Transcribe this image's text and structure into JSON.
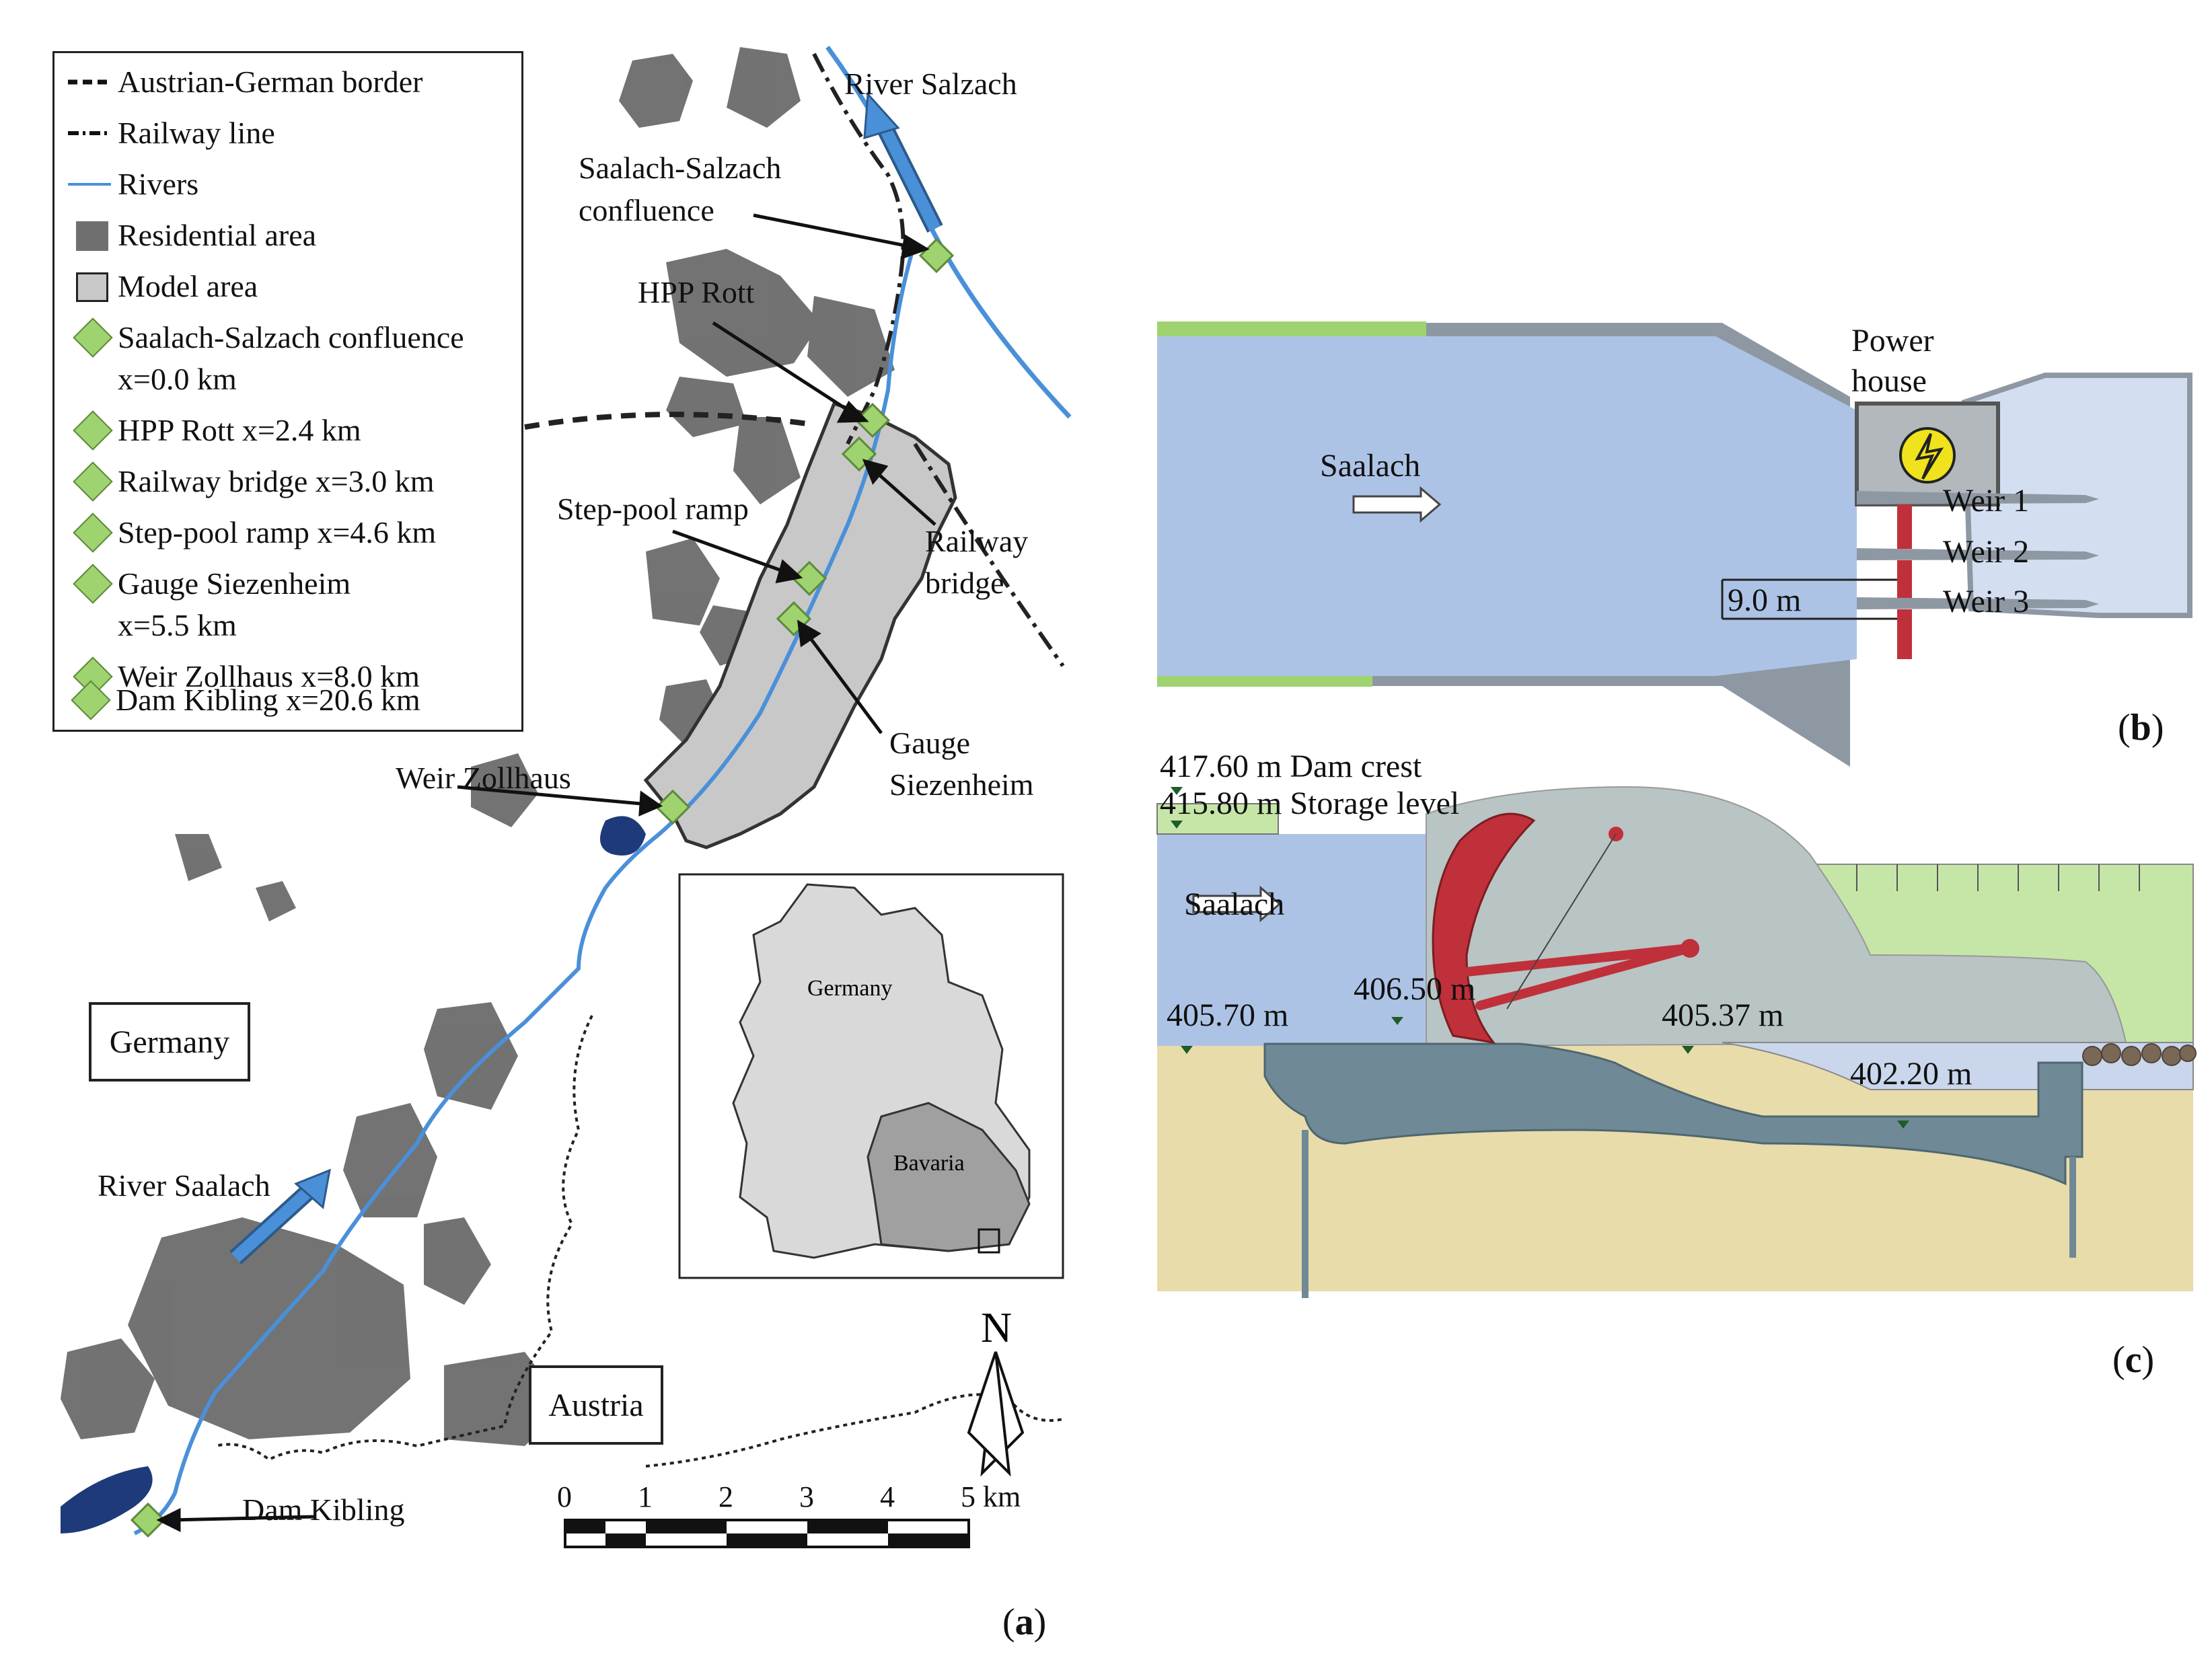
{
  "panel_a": {
    "tag_open": "(",
    "tag_letter": "a",
    "tag_close": ")",
    "legend": [
      {
        "symbol": "dashed-line-icon",
        "label": "Austrian-German border"
      },
      {
        "symbol": "railway-line-icon",
        "label": "Railway line"
      },
      {
        "symbol": "river-line-icon",
        "label": "Rivers"
      },
      {
        "symbol": "dark-gray-square-icon",
        "label": "Residential area"
      },
      {
        "symbol": "light-gray-square-icon",
        "label": "Model area"
      },
      {
        "symbol": "green-diamond-icon",
        "label": "Saalach-Salzach confluence",
        "label2": "x=0.0 km"
      },
      {
        "symbol": "green-diamond-icon",
        "label": "HPP Rott x=2.4 km"
      },
      {
        "symbol": "green-diamond-icon",
        "label": "Railway bridge x=3.0 km"
      },
      {
        "symbol": "green-diamond-icon",
        "label": "Step-pool ramp x=4.6 km"
      },
      {
        "symbol": "green-diamond-icon",
        "label": "Gauge Siezenheim",
        "label2": "x=5.5 km"
      },
      {
        "symbol": "green-diamond-icon",
        "label": "Weir Zollhaus x=8.0 km"
      },
      {
        "symbol": "green-diamond-icon",
        "label": "Dam Kibling x=20.6 km"
      }
    ],
    "labels": {
      "river_salzach": "River Salzach",
      "confluence_1": "Saalach-Salzach",
      "confluence_2": "confluence",
      "hpp_rott": "HPP Rott",
      "step_pool": "Step-pool ramp",
      "railway_1": "Railway",
      "railway_2": "bridge",
      "gauge_1": "Gauge",
      "gauge_2": "Siezenheim",
      "weir_zollhaus": "Weir Zollhaus",
      "germany": "Germany",
      "austria": "Austria",
      "river_saalach": "River Saalach",
      "dam_kibling": "Dam Kibling",
      "inset_germany": "Germany",
      "inset_bavaria": "Bavaria",
      "north": "N"
    },
    "scale": {
      "ticks": [
        "0",
        "1",
        "2",
        "3",
        "4",
        "5 km"
      ]
    },
    "colors": {
      "river": "#4a90d9",
      "marker": "#9ed36f",
      "model_area": "#c8c8c8",
      "residential": "#555555",
      "lake": "#1f3a7a"
    }
  },
  "panel_b": {
    "tag_open": "(",
    "tag_letter": "b",
    "tag_close": ")",
    "power_house_1": "Power",
    "power_house_2": "house",
    "saalach": "Saalach",
    "weir1": "Weir 1",
    "weir2": "Weir 2",
    "weir3": "Weir 3",
    "width": "9.0 m",
    "colors": {
      "water": "#adc3e6",
      "outflow": "#d3def1",
      "weir": "#c0303a",
      "bank": "#9ed36f"
    }
  },
  "panel_c": {
    "tag_open": "(",
    "tag_letter": "c",
    "tag_close": ")",
    "dam_crest": "417.60 m Dam crest",
    "storage_level": "415.80 m Storage level",
    "saalach": "Saalach",
    "level_upstream": "405.70 m",
    "level_sill": "406.50 m",
    "level_downstream": "405.37 m",
    "level_basin": "402.20 m",
    "colors": {
      "water": "#adc3e6",
      "dam": "#b9c4c4",
      "concrete": "#6f8a96",
      "soil": "#e8dcab",
      "gate": "#c0303a",
      "grass": "#c6e6a8"
    }
  }
}
